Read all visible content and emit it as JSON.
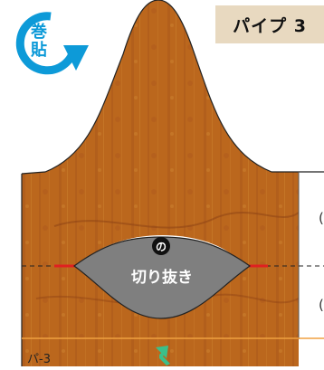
{
  "title": "パイプ 3",
  "wrap_label_line1": "巻",
  "wrap_label_line2": "貼",
  "marker_text": "の",
  "cutout_label": "切り抜き",
  "part_label": "パ-3",
  "side_glyph": "(",
  "colors": {
    "wood": "#b5651d",
    "accent": "#0d9ad8",
    "title_bg": "#e8d9c0",
    "cutout": "#7f7f7f",
    "line_red": "#e02020",
    "arrow_green": "#3bbf8a",
    "guide_orange": "#f0a040"
  },
  "icons": {
    "rotate": "clockwise-arrow-icon",
    "up_arrow": "green-arrow-icon"
  }
}
